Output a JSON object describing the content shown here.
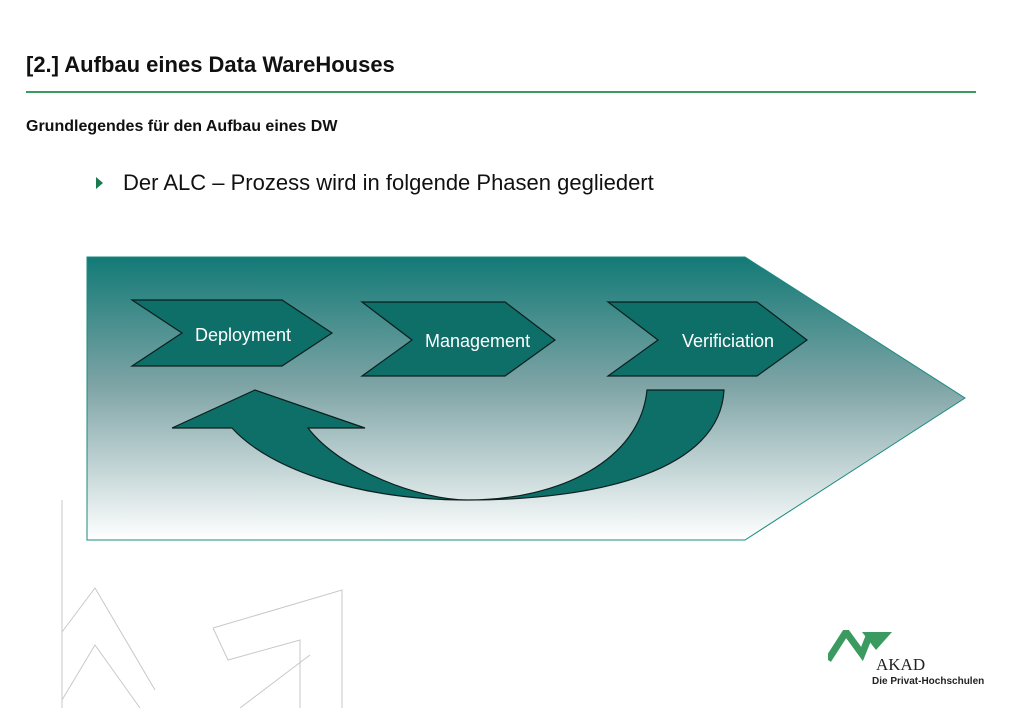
{
  "slide": {
    "title": "[2.] Aufbau eines Data WareHouses",
    "subtitle": "Grundlegendes für den Aufbau eines DW",
    "bullet": "Der ALC – Prozess wird in folgende Phasen gegliedert"
  },
  "diagram": {
    "phases": [
      {
        "label": "Deployment"
      },
      {
        "label": "Management"
      },
      {
        "label": "Verificiation"
      }
    ]
  },
  "logo": {
    "name": "AKAD",
    "tagline": "Die Privat-Hochschulen"
  },
  "colors": {
    "accent": "#3a9a60",
    "chevron": "#0e6e68",
    "gradient_top": "#127a76",
    "gradient_bottom": "#ffffff"
  }
}
